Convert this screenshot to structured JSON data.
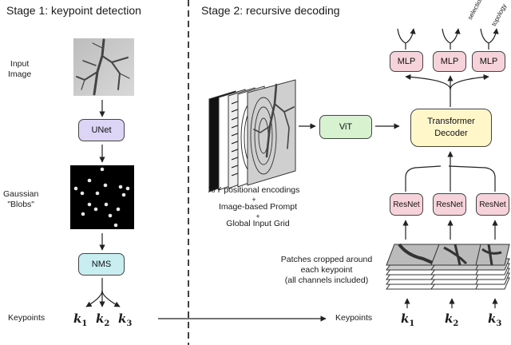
{
  "stage1": {
    "title": "Stage 1: keypoint detection",
    "input_label": "Input\nImage",
    "unet": "UNet",
    "gaussian_label": "Gaussian\n\"Blobs\"",
    "nms": "NMS",
    "keypoints_label": "Keypoints",
    "k": [
      "k",
      "k",
      "k"
    ],
    "k_sub": [
      "1",
      "2",
      "3"
    ]
  },
  "stage2": {
    "title": "Stage 2: recursive decoding",
    "encodings_text": "X/Y positional encodings",
    "plus": "+",
    "prompt_text": "Image-based Prompt",
    "grid_text": "Global Input Grid",
    "vit": "ViT",
    "transformer": "Transformer\nDecoder",
    "mlp": [
      "MLP",
      "MLP",
      "MLP"
    ],
    "resnet": [
      "ResNet",
      "ResNet",
      "ResNet"
    ],
    "selection": "selection",
    "topology": "topology",
    "patches_text": "Patches cropped around\neach keypoint\n(all channels included)",
    "keypoints_label": "Keypoints",
    "k": [
      "k",
      "k",
      "k"
    ],
    "k_sub": [
      "1",
      "2",
      "3"
    ]
  },
  "colors": {
    "unet_fill": "#dcd5f5",
    "nms_fill": "#c9eef2",
    "vit_fill": "#d7f2cf",
    "transformer_fill": "#fff7c9",
    "mlp_fill": "#f6d3da",
    "resnet_fill": "#f6d3da"
  }
}
